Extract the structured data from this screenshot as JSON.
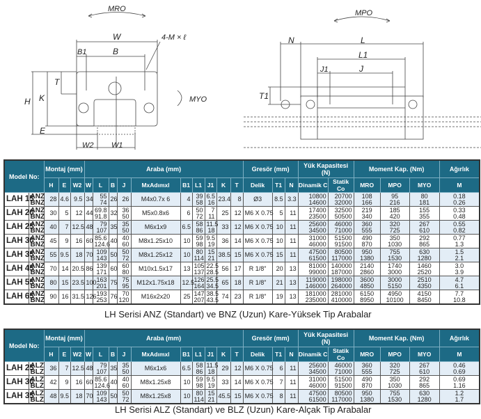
{
  "diagram_front": {
    "moment": "MRO",
    "moment_side": "MYO",
    "labels": [
      "W",
      "B",
      "B1",
      "4-M × ℓ",
      "T",
      "K",
      "H",
      "E",
      "W2",
      "W1"
    ]
  },
  "diagram_side": {
    "moment": "MPO",
    "labels": [
      "N",
      "L",
      "L1",
      "J1",
      "J",
      "T1"
    ]
  },
  "headers": {
    "model": "Model No:",
    "montaj": "Montaj (mm)",
    "araba": "Araba (mm)",
    "gresor": "Gresör (mm)",
    "yuk": "Yük Kapasitesi (N)",
    "moment": "Moment Kap. (Nm)",
    "agirlik": "Ağırlık",
    "cols": [
      "H",
      "E",
      "W2",
      "W",
      "L",
      "B",
      "J",
      "MxAdımxl",
      "B1",
      "L1",
      "J1",
      "K",
      "T",
      "Delik",
      "T1",
      "N",
      "Dinamik C",
      "Statik Co",
      "MRO",
      "MPO",
      "MYO",
      "M"
    ]
  },
  "table1": {
    "caption": "LH Serisi ANZ (Standart) ve BNZ (Uzun) Kare-Yüksek Tip Arabalar",
    "rows": [
      {
        "model": "LAH 15",
        "types": [
          "ANZ",
          "BNZ"
        ],
        "cells": [
          "28",
          "4.6",
          "9.5",
          "34",
          [
            "55",
            "74"
          ],
          "26",
          "26",
          "M4x0.7x 6",
          "4",
          [
            "39",
            "58"
          ],
          [
            "6.5",
            "16"
          ],
          "23.4",
          "8",
          "Ø3",
          "8.5",
          "3.3",
          [
            "10800",
            "14600"
          ],
          [
            "20700",
            "32000"
          ],
          [
            "108",
            "166"
          ],
          [
            "95",
            "216"
          ],
          [
            "80",
            "181"
          ],
          [
            "0.18",
            "0.26"
          ]
        ]
      },
      {
        "model": "LAH 20",
        "types": [
          "ANZ",
          "BNZ"
        ],
        "cells": [
          "30",
          "5",
          "12",
          "44",
          [
            "69.8",
            "91.8"
          ],
          "32",
          [
            "36",
            "50"
          ],
          "M5x0.8x6",
          "6",
          [
            "50",
            "72"
          ],
          [
            "7",
            "11"
          ],
          "25",
          "12",
          "M6 X 0.75",
          "5",
          "11",
          [
            "17400",
            "23500"
          ],
          [
            "32500",
            "50500"
          ],
          [
            "219",
            "340"
          ],
          [
            "185",
            "420"
          ],
          [
            "155",
            "355"
          ],
          [
            "0.33",
            "0.48"
          ]
        ]
      },
      {
        "model": "LAH 25",
        "types": [
          "ANZ",
          "BNZ"
        ],
        "cells": [
          "40",
          "7",
          "12.5",
          "48",
          [
            "79",
            "107"
          ],
          "35",
          [
            "35",
            "50"
          ],
          "M6x1x9",
          "6.5",
          [
            "58",
            "86"
          ],
          [
            "11.5",
            "18"
          ],
          "33",
          "12",
          "M6 X 0.75",
          "10",
          "11",
          [
            "25600",
            "34500"
          ],
          [
            "46000",
            "71000"
          ],
          [
            "360",
            "555"
          ],
          [
            "320",
            "725"
          ],
          [
            "267",
            "610"
          ],
          [
            "0.55",
            "0.82"
          ]
        ]
      },
      {
        "model": "LAH 30",
        "types": [
          "ANZ",
          "BNZ"
        ],
        "cells": [
          "45",
          "9",
          "16",
          "60",
          [
            "85.6",
            "124.6"
          ],
          "40",
          [
            "40",
            "60"
          ],
          "M8x1.25x10",
          "10",
          [
            "59",
            "98"
          ],
          [
            "9.5",
            "19"
          ],
          "36",
          "14",
          "M6 X 0.75",
          "10",
          "11",
          [
            "31000",
            "46000"
          ],
          [
            "51500",
            "91500"
          ],
          [
            "490",
            "870"
          ],
          [
            "350",
            "1030"
          ],
          [
            "292",
            "865"
          ],
          [
            "0.77",
            "1.3"
          ]
        ]
      },
      {
        "model": "LAH 35",
        "types": [
          "ANZ",
          "BNZ"
        ],
        "cells": [
          "55",
          "9.5",
          "18",
          "70",
          [
            "109",
            "143"
          ],
          "50",
          [
            "50",
            "72"
          ],
          "M8x1.25x12",
          "10",
          [
            "80",
            "114"
          ],
          [
            "15",
            "21"
          ],
          "38.5",
          "15",
          "M6 X 0.75",
          "15",
          "11",
          [
            "47500",
            "61500"
          ],
          [
            "80500",
            "117000"
          ],
          [
            "950",
            "1380"
          ],
          [
            "755",
            "1530"
          ],
          [
            "630",
            "1280"
          ],
          [
            "1.5",
            "2.1"
          ]
        ]
      },
      {
        "model": "LAH 45",
        "types": [
          "ANZ",
          "BNZ"
        ],
        "cells": [
          "70",
          "14",
          "20.5",
          "86",
          [
            "139",
            "171"
          ],
          "60",
          [
            "60",
            "80"
          ],
          "M10x1.5x17",
          "13",
          [
            "105",
            "137"
          ],
          [
            "22.5",
            "28.5"
          ],
          "56",
          "17",
          "R 1/8\"",
          "20",
          "13",
          [
            "81000",
            "99000"
          ],
          [
            "140000",
            "187000"
          ],
          [
            "2140",
            "2860"
          ],
          [
            "1740",
            "3000"
          ],
          [
            "1460",
            "2520"
          ],
          [
            "3.0",
            "3.9"
          ]
        ]
      },
      {
        "model": "LAH 55",
        "types": [
          "ANZ",
          "BNZ"
        ],
        "cells": [
          "80",
          "15",
          "23.5",
          "100",
          [
            "163",
            "201"
          ],
          "75",
          [
            "75",
            "95"
          ],
          "M12x1.75x18",
          "12.5",
          [
            "126",
            "164"
          ],
          [
            "25.5",
            "34.5"
          ],
          "65",
          "18",
          "R 1/8\"",
          "21",
          "13",
          [
            "119000",
            "146000"
          ],
          [
            "198000",
            "264000"
          ],
          [
            "3600",
            "4850"
          ],
          [
            "3000",
            "5150"
          ],
          [
            "2510",
            "4350"
          ],
          [
            "4.7",
            "6.1"
          ]
        ]
      },
      {
        "model": "LAH 65",
        "types": [
          "ANZ",
          "BNZ"
        ],
        "cells": [
          "90",
          "16",
          "31.5",
          "126",
          [
            "193",
            "253"
          ],
          "76",
          [
            "70",
            "120"
          ],
          "M16x2x20",
          "25",
          [
            "147",
            "207"
          ],
          [
            "38.5",
            "43.5"
          ],
          "74",
          "23",
          "R 1/8\"",
          "19",
          "13",
          [
            "181000",
            "235000"
          ],
          [
            "281000",
            "410000"
          ],
          [
            "6150",
            "8950"
          ],
          [
            "4950",
            "10100"
          ],
          [
            "4150",
            "8450"
          ],
          [
            "7.7",
            "10.8"
          ]
        ]
      }
    ]
  },
  "table2": {
    "caption": "LH Serisi ALZ (Standart) ve BLZ (Uzun) Kare-Alçak Tip Arabalar",
    "rows": [
      {
        "model": "LAH 25",
        "types": [
          "ALZ",
          "BLZ"
        ],
        "cells": [
          "36",
          "7",
          "12.5",
          "48",
          [
            "79",
            "107"
          ],
          "35",
          [
            "35",
            "50"
          ],
          "M6x1x6",
          "6.5",
          [
            "58",
            "86"
          ],
          [
            "11.5",
            "18"
          ],
          "29",
          "12",
          "M6 X 0.75",
          "6",
          "11",
          [
            "25600",
            "34500"
          ],
          [
            "46000",
            "71000"
          ],
          [
            "360",
            "555"
          ],
          [
            "320",
            "725"
          ],
          [
            "267",
            "610"
          ],
          [
            "0.46",
            "0.69"
          ]
        ]
      },
      {
        "model": "LAH 30",
        "types": [
          "ALZ",
          "BLZ"
        ],
        "cells": [
          "42",
          "9",
          "16",
          "60",
          [
            "85.6",
            "124.6"
          ],
          "40",
          [
            "40",
            "60"
          ],
          "M8x1.25x8",
          "10",
          [
            "59",
            "98"
          ],
          [
            "9.5",
            "19"
          ],
          "33",
          "14",
          "M6 X 0.75",
          "7",
          "11",
          [
            "31000",
            "46000"
          ],
          [
            "51500",
            "91500"
          ],
          [
            "490",
            "870"
          ],
          [
            "350",
            "1030"
          ],
          [
            "292",
            "865"
          ],
          [
            "0.69",
            "1.16"
          ]
        ]
      },
      {
        "model": "LAH 35",
        "types": [
          "ALZ",
          "BLZ"
        ],
        "cells": [
          "48",
          "9.5",
          "18",
          "70",
          [
            "109",
            "143"
          ],
          "50",
          [
            "50",
            "72"
          ],
          "M8x1.25x8",
          "10",
          [
            "80",
            "114"
          ],
          [
            "15",
            "21"
          ],
          "45.5",
          "15",
          "M6 X 0.75",
          "8",
          "11",
          [
            "47500",
            "61500"
          ],
          [
            "80500",
            "117000"
          ],
          [
            "950",
            "1380"
          ],
          [
            "755",
            "1530"
          ],
          [
            "630",
            "1280"
          ],
          [
            "1.2",
            "1.7"
          ]
        ]
      }
    ]
  }
}
